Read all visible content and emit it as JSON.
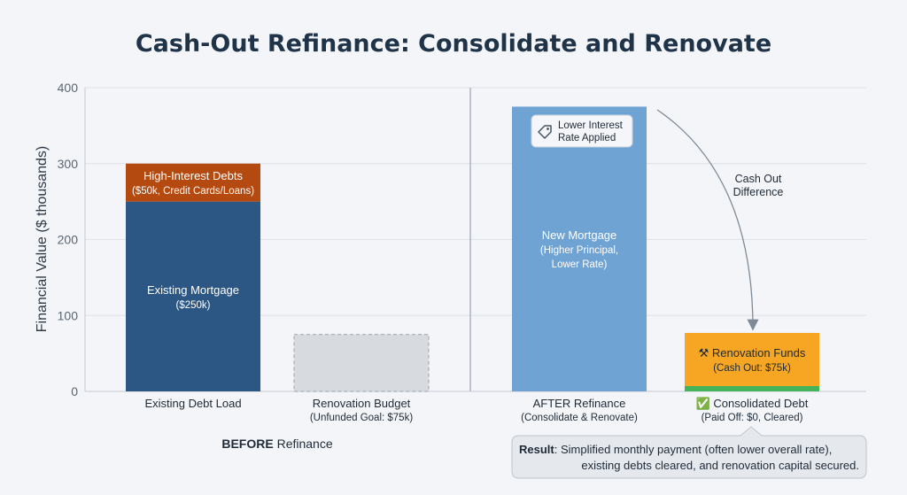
{
  "chart_data": {
    "type": "bar",
    "title": "Cash-Out Refinance: Consolidate and Renovate",
    "ylabel": "Financial Value ($ thousands)",
    "ylim": [
      0,
      400
    ],
    "yticks": [
      0,
      100,
      200,
      300,
      400
    ],
    "grid": true,
    "categories": [
      {
        "label": "Existing Debt Load",
        "sublabel": ""
      },
      {
        "label": "Renovation Budget",
        "sublabel": "(Unfunded Goal: $75k)"
      },
      {
        "label": "AFTER Refinance",
        "sublabel": "(Consolidate & Renovate)"
      },
      {
        "label": "✅ Consolidated Debt",
        "sublabel": "(Paid Off: $0, Cleared)"
      }
    ],
    "segments": [
      {
        "category": 0,
        "start": 0,
        "end": 250,
        "color": "#2c5784",
        "style": "solid",
        "label": "Existing Mortgage",
        "sublabel": "($250k)",
        "text_color": "#ffffff"
      },
      {
        "category": 0,
        "start": 250,
        "end": 300,
        "color": "#b44a10",
        "style": "solid",
        "label": "High-Interest Debts",
        "sublabel": "($50k, Credit Cards/Loans)",
        "text_color": "#ffffff"
      },
      {
        "category": 1,
        "start": 0,
        "end": 75,
        "color": "#d7dbe0",
        "style": "dashed",
        "label": "",
        "sublabel": "",
        "text_color": "#333333"
      },
      {
        "category": 2,
        "start": 0,
        "end": 375,
        "color": "#6fa3d4",
        "style": "solid",
        "label": "New Mortgage",
        "sublabel": "(Higher Principal, Lower Rate)",
        "text_color": "#ffffff"
      },
      {
        "category": 3,
        "start": 0,
        "end": 7,
        "color": "#45b35a",
        "style": "solid",
        "label": "",
        "sublabel": "",
        "text_color": "#ffffff"
      },
      {
        "category": 3,
        "start": 7,
        "end": 77,
        "color": "#f6a623",
        "style": "solid",
        "label": "⚒ Renovation Funds",
        "sublabel": "(Cash Out: $75k)",
        "text_color": "#1f2a37"
      }
    ],
    "group_label": {
      "bold": "BEFORE",
      "rest": " Refinance"
    },
    "annotations": {
      "tag": {
        "icon": "tag-icon",
        "text": "Lower Interest Rate Applied"
      },
      "arrow_label": "Cash Out Difference",
      "result": {
        "bold": "Result",
        "text": ": Simplified monthly payment (often lower overall rate), existing debts cleared, and renovation capital secured."
      }
    },
    "colors": {
      "grid": "#dde2e8",
      "axis_text": "#5a6573",
      "divider": "#9aa4b1",
      "background": "#f3f5f8"
    }
  }
}
